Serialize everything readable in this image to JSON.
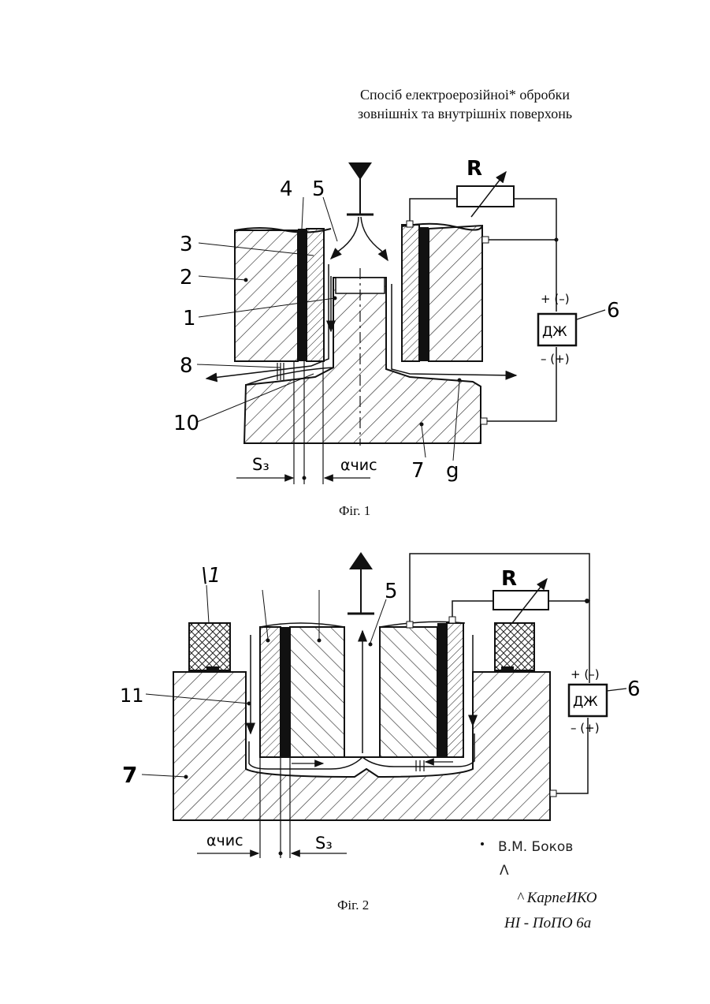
{
  "title": {
    "line1": "Спосіб електроерозійноі* обробки",
    "line2": "зовнішніх та внутрішніх поверхонь"
  },
  "fig1": {
    "caption": "Фіг. 1",
    "labels": {
      "l4": "4",
      "l5": "5",
      "l3": "3",
      "l2": "2",
      "l1": "1",
      "l8": "8",
      "l10": "10",
      "l6": "6",
      "l7": "7",
      "l9": "g",
      "R": "R",
      "plus_minus": "+ (–)",
      "minus_plus": "– (+)",
      "dzh": "ДЖ",
      "s3": "S₃",
      "a_chys": "αчис"
    }
  },
  "fig2": {
    "caption": "Фіг. 2",
    "labels": {
      "l1": "\\1",
      "l5": "5",
      "l11": "11",
      "l7": "7",
      "l6": "6",
      "R": "R",
      "plus_minus": "+ (–)",
      "minus_plus": "– (+)",
      "dzh": "ДЖ",
      "s3": "S₃",
      "a_chys": "αчис"
    }
  },
  "signatures": {
    "handwritten": "В.М. Боков",
    "mark": "Λ",
    "line1": "^ КарпеИКО",
    "line2": "НІ -    ПоПО 6а"
  }
}
